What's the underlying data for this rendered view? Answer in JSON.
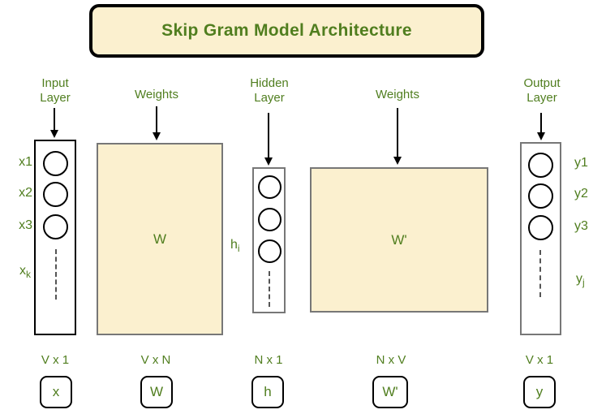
{
  "title": "Skip Gram Model Architecture",
  "colors": {
    "accent_green": "#507e1f",
    "panel_cream": "#fbf0cf",
    "matrix_border_gray": "#777777",
    "line_black": "#000000"
  },
  "input_layer": {
    "label_lines": [
      "Input",
      "Layer"
    ],
    "node_labels": [
      "x1",
      "x2",
      "x3"
    ],
    "last_node": {
      "base": "x",
      "sub": "k"
    },
    "dimension": "V x 1",
    "symbol": "x"
  },
  "weights_in": {
    "label": "Weights",
    "matrix_label": "W",
    "dimension": "V x N",
    "symbol": "W"
  },
  "hidden_layer": {
    "label_lines": [
      "Hidden",
      "Layer"
    ],
    "side_label": {
      "base": "h",
      "sub": "i"
    },
    "dimension": "N x 1",
    "symbol": "h"
  },
  "weights_out": {
    "label": "Weights",
    "matrix_label": "W'",
    "dimension": "N x V",
    "symbol": "W'"
  },
  "output_layer": {
    "label_lines": [
      "Output",
      "Layer"
    ],
    "node_labels": [
      "y1",
      "y2",
      "y3"
    ],
    "last_node": {
      "base": "y",
      "sub": "j"
    },
    "dimension": "V x 1",
    "symbol": "y"
  }
}
